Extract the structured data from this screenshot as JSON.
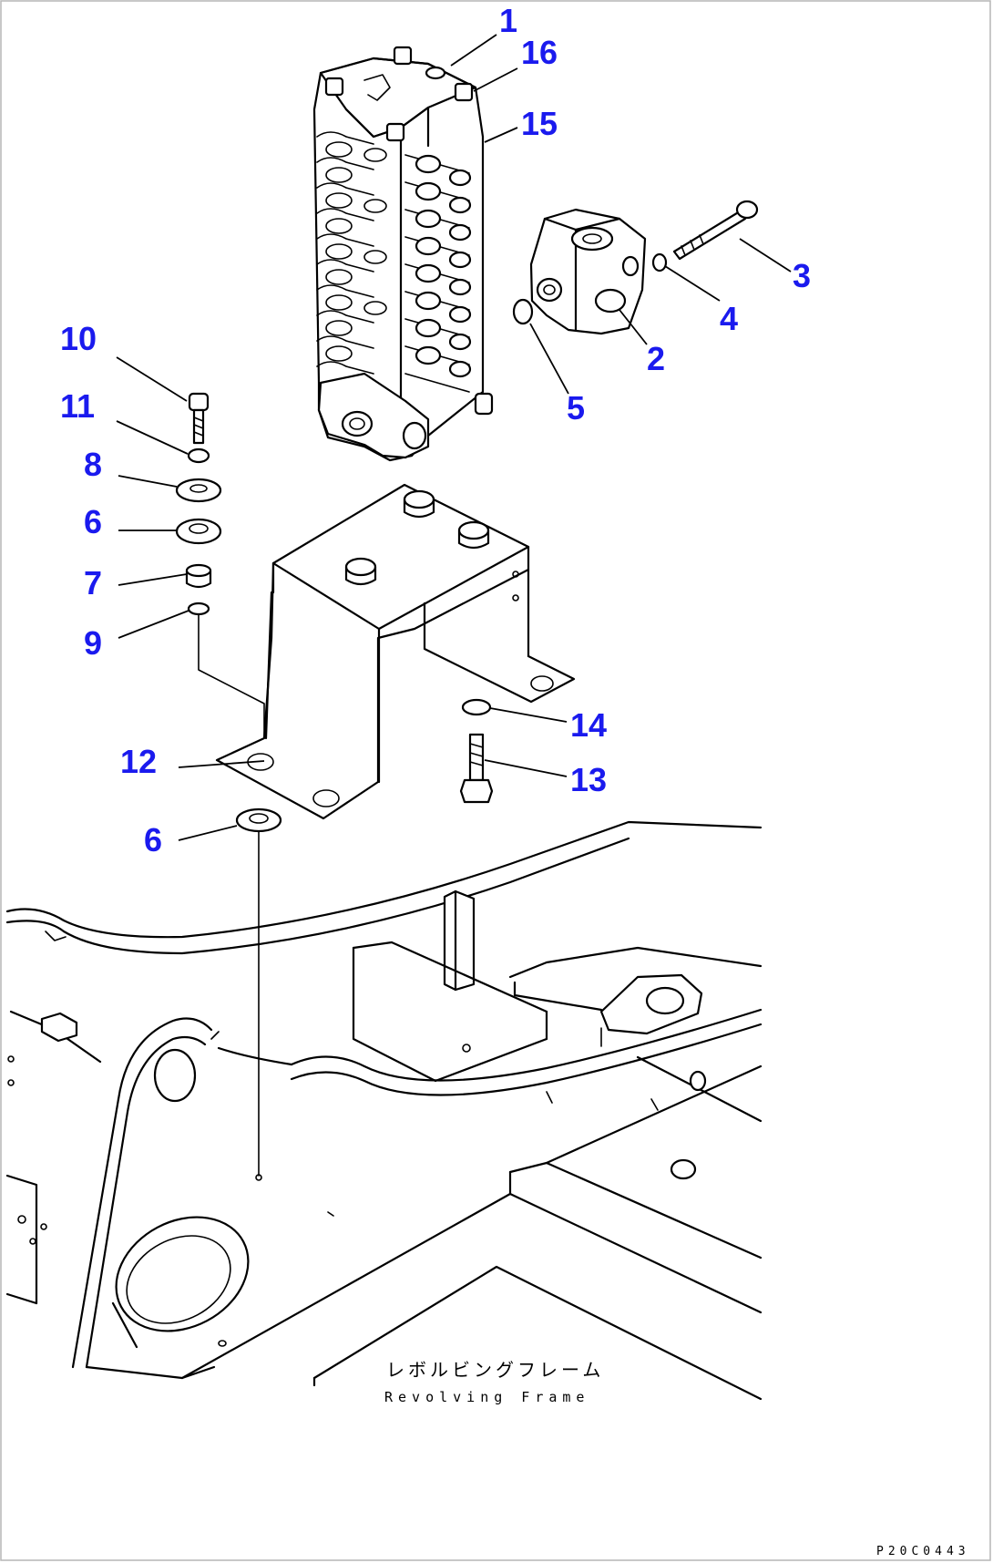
{
  "callouts": [
    {
      "id": "c1",
      "label": "1"
    },
    {
      "id": "c16",
      "label": "16"
    },
    {
      "id": "c15",
      "label": "15"
    },
    {
      "id": "c3",
      "label": "3"
    },
    {
      "id": "c4",
      "label": "4"
    },
    {
      "id": "c2",
      "label": "2"
    },
    {
      "id": "c5",
      "label": "5"
    },
    {
      "id": "c10",
      "label": "10"
    },
    {
      "id": "c11",
      "label": "11"
    },
    {
      "id": "c8",
      "label": "8"
    },
    {
      "id": "c6a",
      "label": "6"
    },
    {
      "id": "c7",
      "label": "7"
    },
    {
      "id": "c9",
      "label": "9"
    },
    {
      "id": "c14",
      "label": "14"
    },
    {
      "id": "c13",
      "label": "13"
    },
    {
      "id": "c12",
      "label": "12"
    },
    {
      "id": "c6b",
      "label": "6"
    }
  ],
  "caption": {
    "japanese": "レボルビングフレーム",
    "english": "Revolving Frame"
  },
  "drawing_code": "P20C0443",
  "colors": {
    "callout": "#1a1aee",
    "line": "#000000",
    "frame": "#b5b5b5"
  }
}
